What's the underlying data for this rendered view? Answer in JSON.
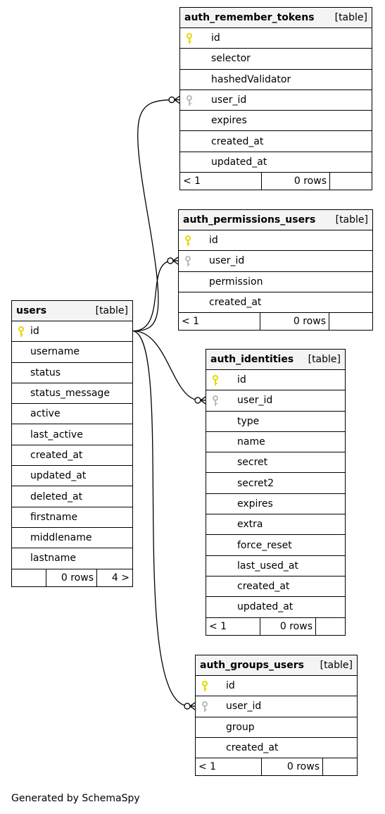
{
  "tables": [
    {
      "id": "auth_remember_tokens",
      "name": "auth_remember_tokens",
      "type": "[table]",
      "columns": [
        {
          "name": "id",
          "key": "pk"
        },
        {
          "name": "selector",
          "key": ""
        },
        {
          "name": "hashedValidator",
          "key": ""
        },
        {
          "name": "user_id",
          "key": "fk"
        },
        {
          "name": "expires",
          "key": ""
        },
        {
          "name": "created_at",
          "key": ""
        },
        {
          "name": "updated_at",
          "key": ""
        }
      ],
      "footer": {
        "parents": "< 1",
        "rows": "0 rows",
        "children": ""
      }
    },
    {
      "id": "auth_permissions_users",
      "name": "auth_permissions_users",
      "type": "[table]",
      "columns": [
        {
          "name": "id",
          "key": "pk"
        },
        {
          "name": "user_id",
          "key": "fk"
        },
        {
          "name": "permission",
          "key": ""
        },
        {
          "name": "created_at",
          "key": ""
        }
      ],
      "footer": {
        "parents": "< 1",
        "rows": "0 rows",
        "children": ""
      }
    },
    {
      "id": "users",
      "name": "users",
      "type": "[table]",
      "columns": [
        {
          "name": "id",
          "key": "pk"
        },
        {
          "name": "username",
          "key": ""
        },
        {
          "name": "status",
          "key": ""
        },
        {
          "name": "status_message",
          "key": ""
        },
        {
          "name": "active",
          "key": ""
        },
        {
          "name": "last_active",
          "key": ""
        },
        {
          "name": "created_at",
          "key": ""
        },
        {
          "name": "updated_at",
          "key": ""
        },
        {
          "name": "deleted_at",
          "key": ""
        },
        {
          "name": "firstname",
          "key": ""
        },
        {
          "name": "middlename",
          "key": ""
        },
        {
          "name": "lastname",
          "key": ""
        }
      ],
      "footer": {
        "parents": "",
        "rows": "0 rows",
        "children": "4 >"
      }
    },
    {
      "id": "auth_identities",
      "name": "auth_identities",
      "type": "[table]",
      "columns": [
        {
          "name": "id",
          "key": "pk"
        },
        {
          "name": "user_id",
          "key": "fk"
        },
        {
          "name": "type",
          "key": ""
        },
        {
          "name": "name",
          "key": ""
        },
        {
          "name": "secret",
          "key": ""
        },
        {
          "name": "secret2",
          "key": ""
        },
        {
          "name": "expires",
          "key": ""
        },
        {
          "name": "extra",
          "key": ""
        },
        {
          "name": "force_reset",
          "key": ""
        },
        {
          "name": "last_used_at",
          "key": ""
        },
        {
          "name": "created_at",
          "key": ""
        },
        {
          "name": "updated_at",
          "key": ""
        }
      ],
      "footer": {
        "parents": "< 1",
        "rows": "0 rows",
        "children": ""
      }
    },
    {
      "id": "auth_groups_users",
      "name": "auth_groups_users",
      "type": "[table]",
      "columns": [
        {
          "name": "id",
          "key": "pk"
        },
        {
          "name": "user_id",
          "key": "fk"
        },
        {
          "name": "group",
          "key": ""
        },
        {
          "name": "created_at",
          "key": ""
        }
      ],
      "footer": {
        "parents": "< 1",
        "rows": "0 rows",
        "children": ""
      }
    }
  ],
  "relationships": [
    {
      "from": "users.id",
      "to": "auth_remember_tokens.user_id"
    },
    {
      "from": "users.id",
      "to": "auth_permissions_users.user_id"
    },
    {
      "from": "users.id",
      "to": "auth_identities.user_id"
    },
    {
      "from": "users.id",
      "to": "auth_groups_users.user_id"
    }
  ],
  "colors": {
    "primary_key": "#e6d800",
    "foreign_key": "#bbbbbb",
    "header_bg": "#f4f4f4"
  },
  "credit": "Generated by SchemaSpy"
}
